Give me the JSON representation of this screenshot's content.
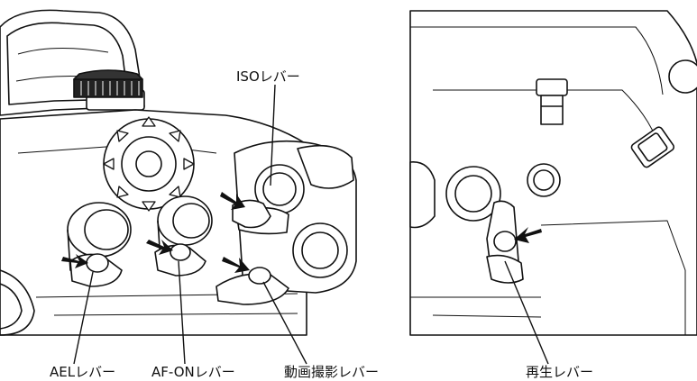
{
  "labels": {
    "iso_lever": "ISOレバー",
    "ael_lever": "AELレバー",
    "af_on_lever": "AF-ONレバー",
    "movie_lever": "動画撮影レバー",
    "playback_lever": "再生レバー"
  },
  "colors": {
    "line": "#111111",
    "fill": "#ffffff",
    "shade": "#222222"
  }
}
